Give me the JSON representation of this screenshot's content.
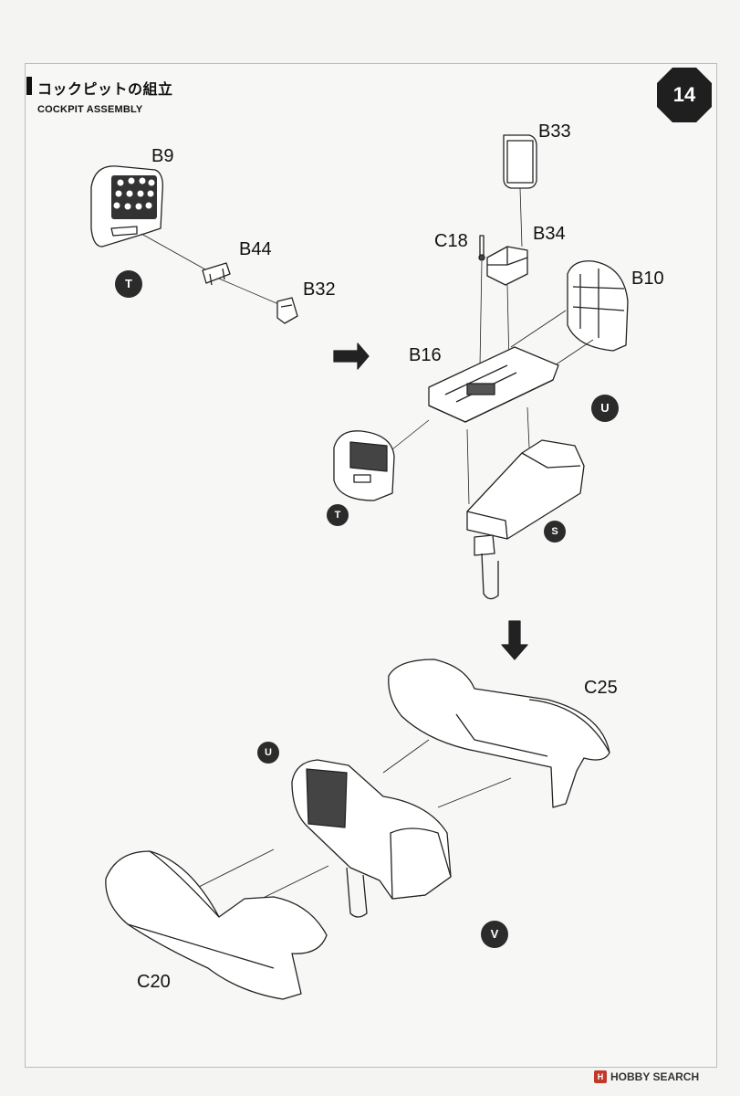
{
  "header": {
    "title_ja": "コックピットの組立",
    "title_en": "COCKPIT ASSEMBLY",
    "step_number": "14"
  },
  "parts": {
    "b9": "B9",
    "b44": "B44",
    "b32": "B32",
    "b33": "B33",
    "c18": "C18",
    "b34": "B34",
    "b10": "B10",
    "b16": "B16",
    "c25": "C25",
    "c20": "C20"
  },
  "markers": {
    "t1": "T",
    "t2": "T",
    "u1": "U",
    "u2": "U",
    "s": "S",
    "v": "V"
  },
  "footer": {
    "brand_mark": "H",
    "brand_text": "HOBBY SEARCH"
  }
}
